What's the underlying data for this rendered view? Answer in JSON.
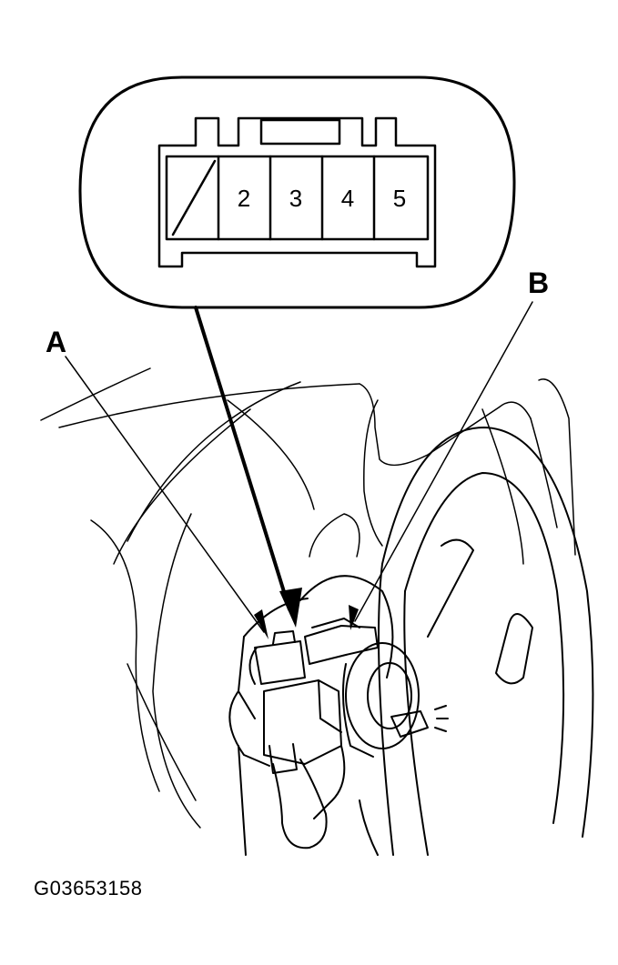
{
  "connector": {
    "pins": [
      "2",
      "3",
      "4",
      "5"
    ]
  },
  "labels": {
    "a": "A",
    "b": "B"
  },
  "figure_code": "G03653158",
  "colors": {
    "ink": "#000000",
    "background": "#ffffff"
  }
}
